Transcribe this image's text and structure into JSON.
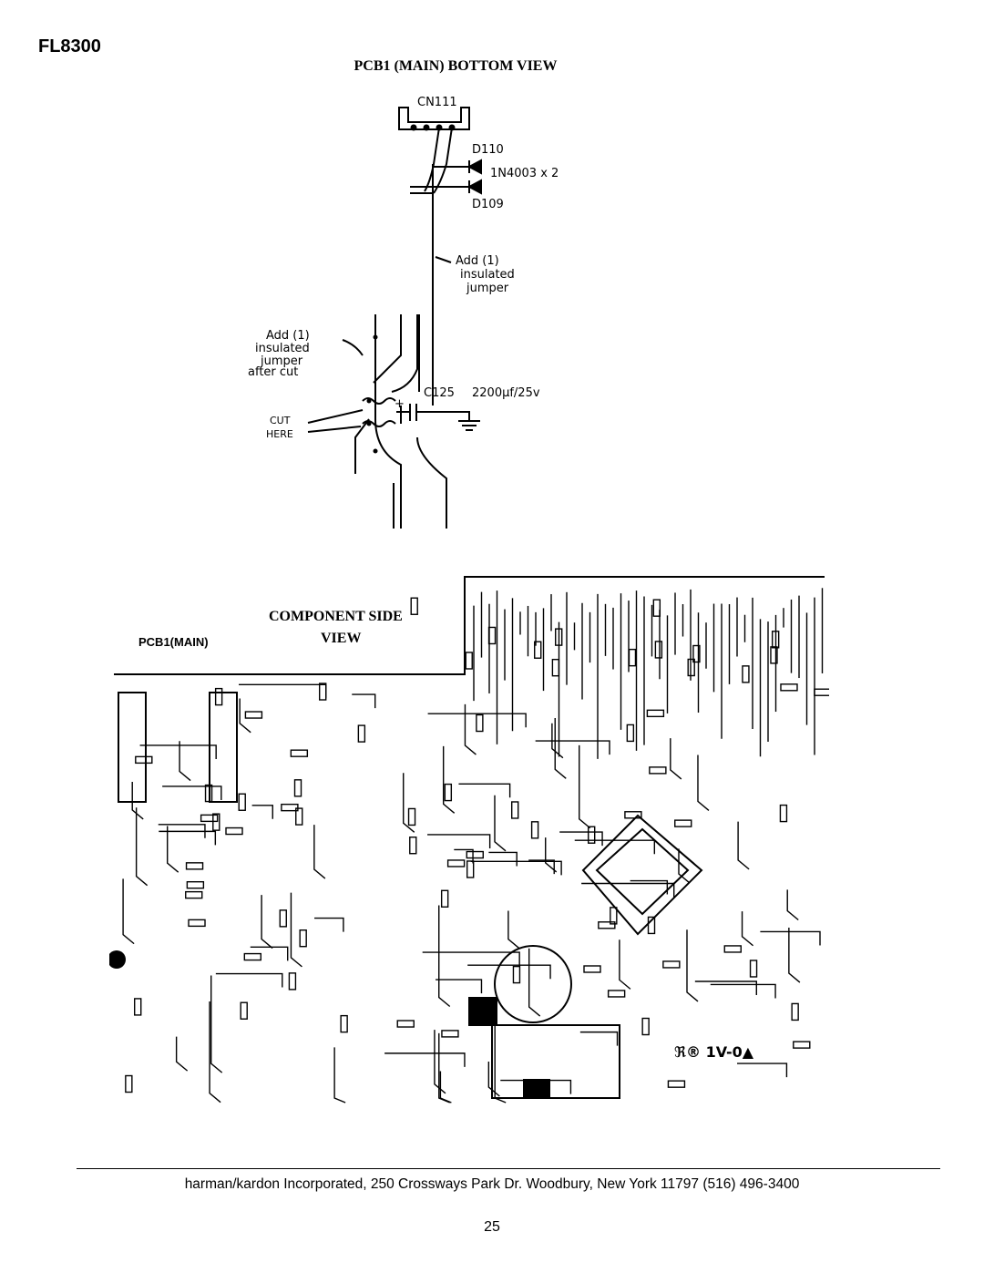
{
  "header": {
    "model": "FL8300",
    "bottom_view_title": "PCB1 (MAIN) BOTTOM VIEW"
  },
  "bottom_view": {
    "connector": "CN111",
    "diode_top": "D110",
    "diode_bottom": "D109",
    "diode_spec": "1N4003 x 2",
    "note_add_jumper": [
      "Add (1)",
      "insulated",
      "jumper"
    ],
    "note_add_jumper_cut": [
      "Add (1)",
      "insulated",
      "jumper",
      "after cut"
    ],
    "note_cut": [
      "CUT",
      "HERE"
    ],
    "capacitor_ref": "C125",
    "capacitor_value": "2200μf/25v"
  },
  "component_view": {
    "title_line1": "COMPONENT SIDE",
    "title_line2": "VIEW",
    "board_label": "PCB1(MAIN)",
    "marking": "ℜ® 1V-0▲"
  },
  "footer": {
    "address": "harman/kardon Incorporated, 250 Crossways Park Dr.  Woodbury, New York  11797  (516) 496-3400",
    "page_number": "25"
  }
}
